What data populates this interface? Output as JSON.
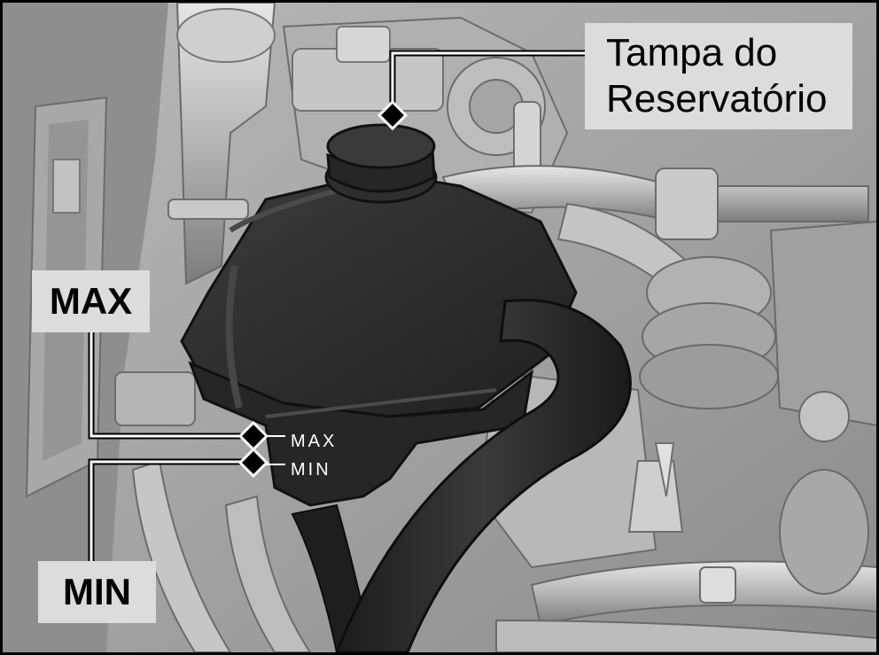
{
  "labels": {
    "cap_line1": "Tampa do",
    "cap_line2": "Reservatório",
    "max": "MAX",
    "min": "MIN"
  },
  "tank_marks": {
    "max": "MAX",
    "min": "MIN"
  },
  "colors": {
    "label_background": "#dcdcdc",
    "tank": "#2e2e2e",
    "engine_bay": "#9c9c9c"
  }
}
